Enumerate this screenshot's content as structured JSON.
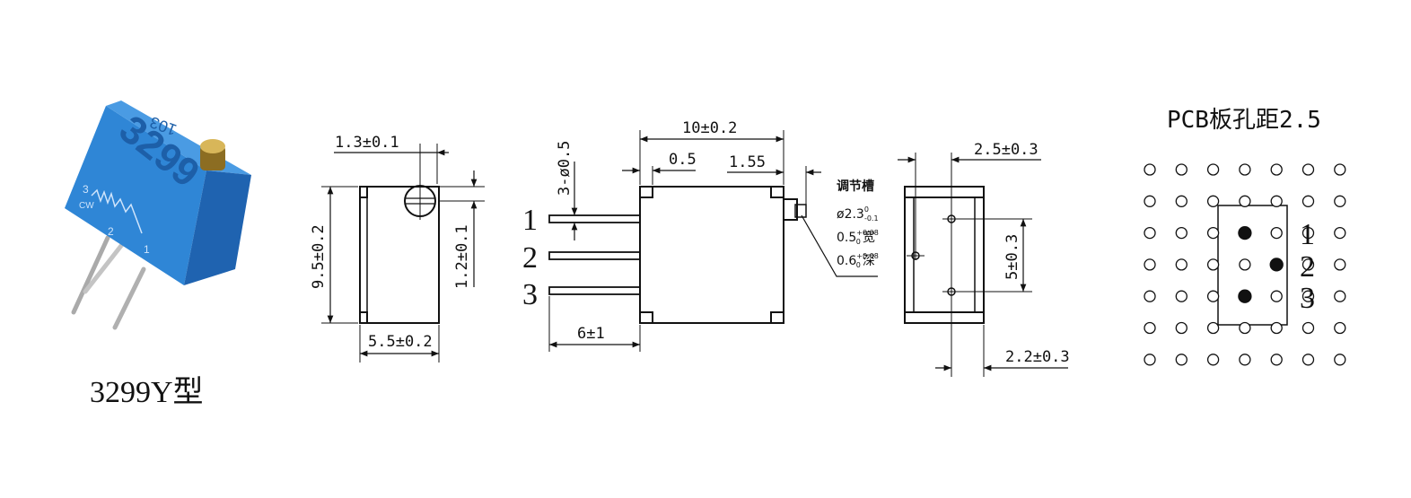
{
  "product": {
    "model_label": "3299Y型",
    "body_marking": "3299",
    "body_code": "103",
    "schematic_labels": [
      "3",
      "CW",
      "2",
      "1"
    ],
    "colors": {
      "body": "#2f86d6",
      "body_dark": "#1f63b0",
      "screw": "#b8943a",
      "lead": "#bdbdbd"
    }
  },
  "side_view": {
    "dims": [
      "1.3±0.1",
      "9.5±0.2",
      "1.2±0.1",
      "5.5±0.2"
    ]
  },
  "front_view": {
    "dims": [
      "10±0.2",
      "0.5",
      "1.55",
      "3-ø0.5",
      "6±1"
    ],
    "pins": [
      "1",
      "2",
      "3"
    ]
  },
  "adjust_slot": {
    "title": "调节槽",
    "lines": [
      {
        "main": "ø2.3",
        "sup": "0",
        "sub": "-0.1",
        "suffix": ""
      },
      {
        "main": "0.5",
        "sup": "+0.08",
        "sub": "0",
        "suffix": "宽"
      },
      {
        "main": "0.6",
        "sup": "+0.08",
        "sub": "0",
        "suffix": "深"
      }
    ]
  },
  "back_view": {
    "dims": [
      "2.5±0.3",
      "5±0.3",
      "2.2±0.3"
    ]
  },
  "pcb": {
    "title": "PCB板孔距2.5",
    "grid_rows": 7,
    "grid_cols": 7,
    "filled_holes": [
      {
        "row": 2,
        "col": 3
      },
      {
        "row": 3,
        "col": 4
      },
      {
        "row": 4,
        "col": 3
      }
    ],
    "pin_labels": [
      "1",
      "2",
      "3"
    ]
  }
}
